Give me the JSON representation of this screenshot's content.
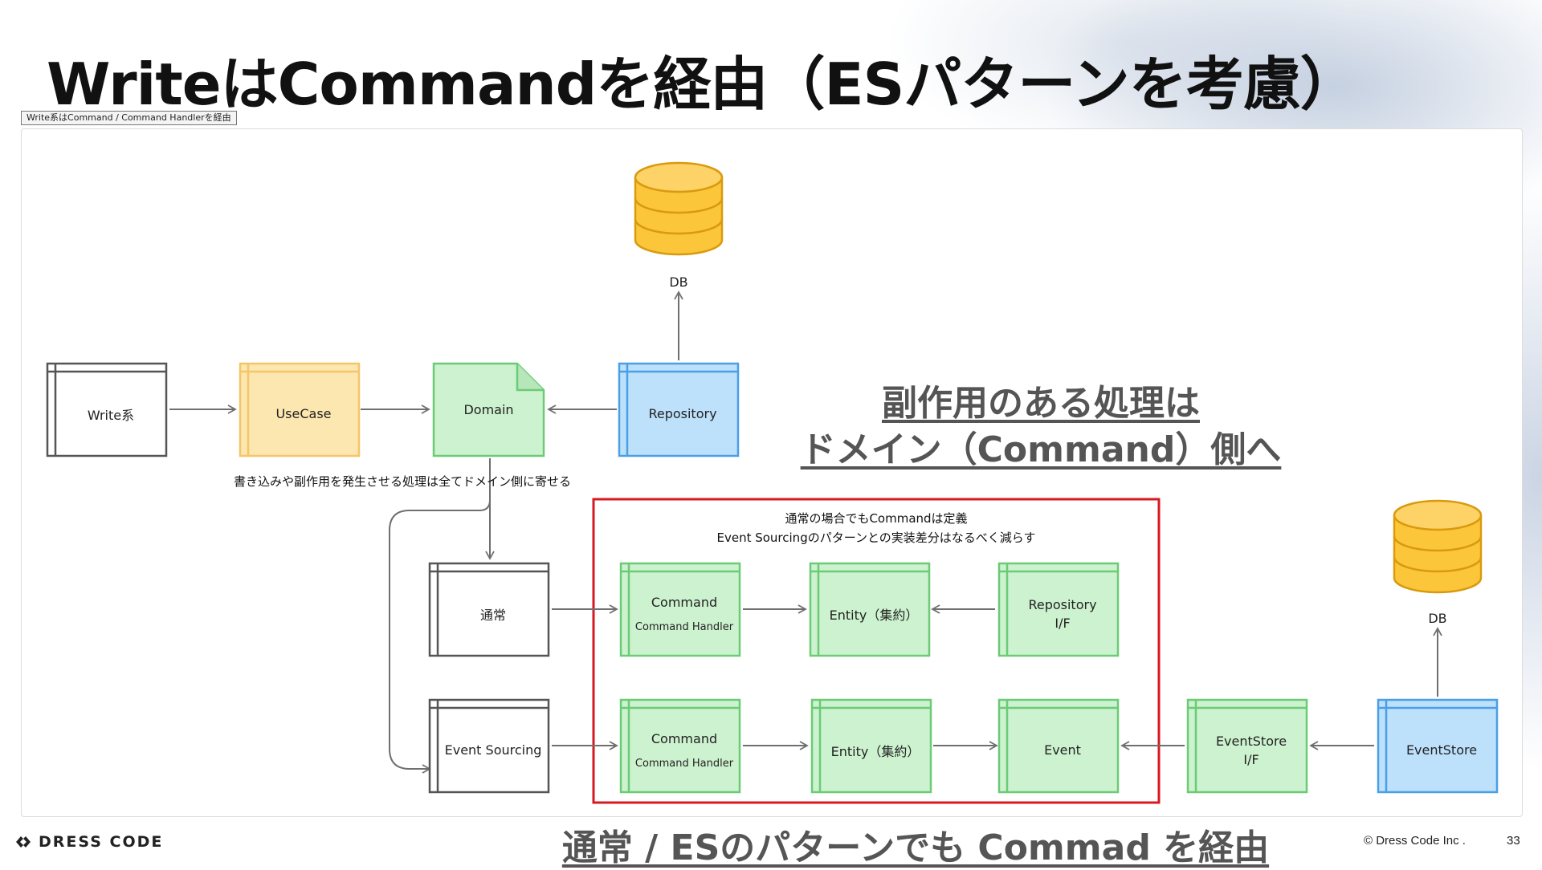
{
  "slide": {
    "title": "WriteはCommandを経由（ESパターンを考慮）",
    "caption_tag": "Write系はCommand / Command Handlerを経由",
    "callout_line1": "副作用のある処理は",
    "callout_line2": "ドメイン（Command）側へ",
    "bottom_caption": "通常 / ESのパターンでも Commad を経由",
    "brand_name": "DRESS CODE",
    "copyright": "© Dress Code Inc .",
    "page_number": "33"
  },
  "diagram": {
    "nodes": {
      "write": "Write系",
      "usecase": "UseCase",
      "domain": "Domain",
      "repository": "Repository",
      "db_top": "DB",
      "normal": "通常",
      "event_sourcing": "Event Sourcing",
      "command_1": "Command",
      "command_1_sub": "Command Handler",
      "entity_1": "Entity（集約）",
      "repo_if_line1": "Repository",
      "repo_if_line2": "I/F",
      "command_2": "Command",
      "command_2_sub": "Command Handler",
      "entity_2": "Entity（集約）",
      "event": "Event",
      "eventstore_if_line1": "EventStore",
      "eventstore_if_line2": "I/F",
      "eventstore": "EventStore",
      "db_right": "DB"
    },
    "notes": {
      "domain_note": "書き込みや副作用を発生させる処理は全てドメイン側に寄せる",
      "red_box_line1": "通常の場合でもCommandは定義",
      "red_box_line2": "Event Sourcingのパターンとの実装差分はなるべく減らす"
    }
  },
  "colors": {
    "white_fill": "#ffffff",
    "white_stroke": "#555555",
    "yellow_fill": "#fde7b0",
    "yellow_stroke": "#f4c56a",
    "green_fill": "#cdf2cf",
    "green_stroke": "#6bcb77",
    "blue_fill": "#bde0fb",
    "blue_stroke": "#4a9fe6",
    "db_fill": "#fcc63a",
    "db_stroke": "#d99a0d",
    "red_box": "#d71920",
    "arrow": "#6f6f6f"
  }
}
